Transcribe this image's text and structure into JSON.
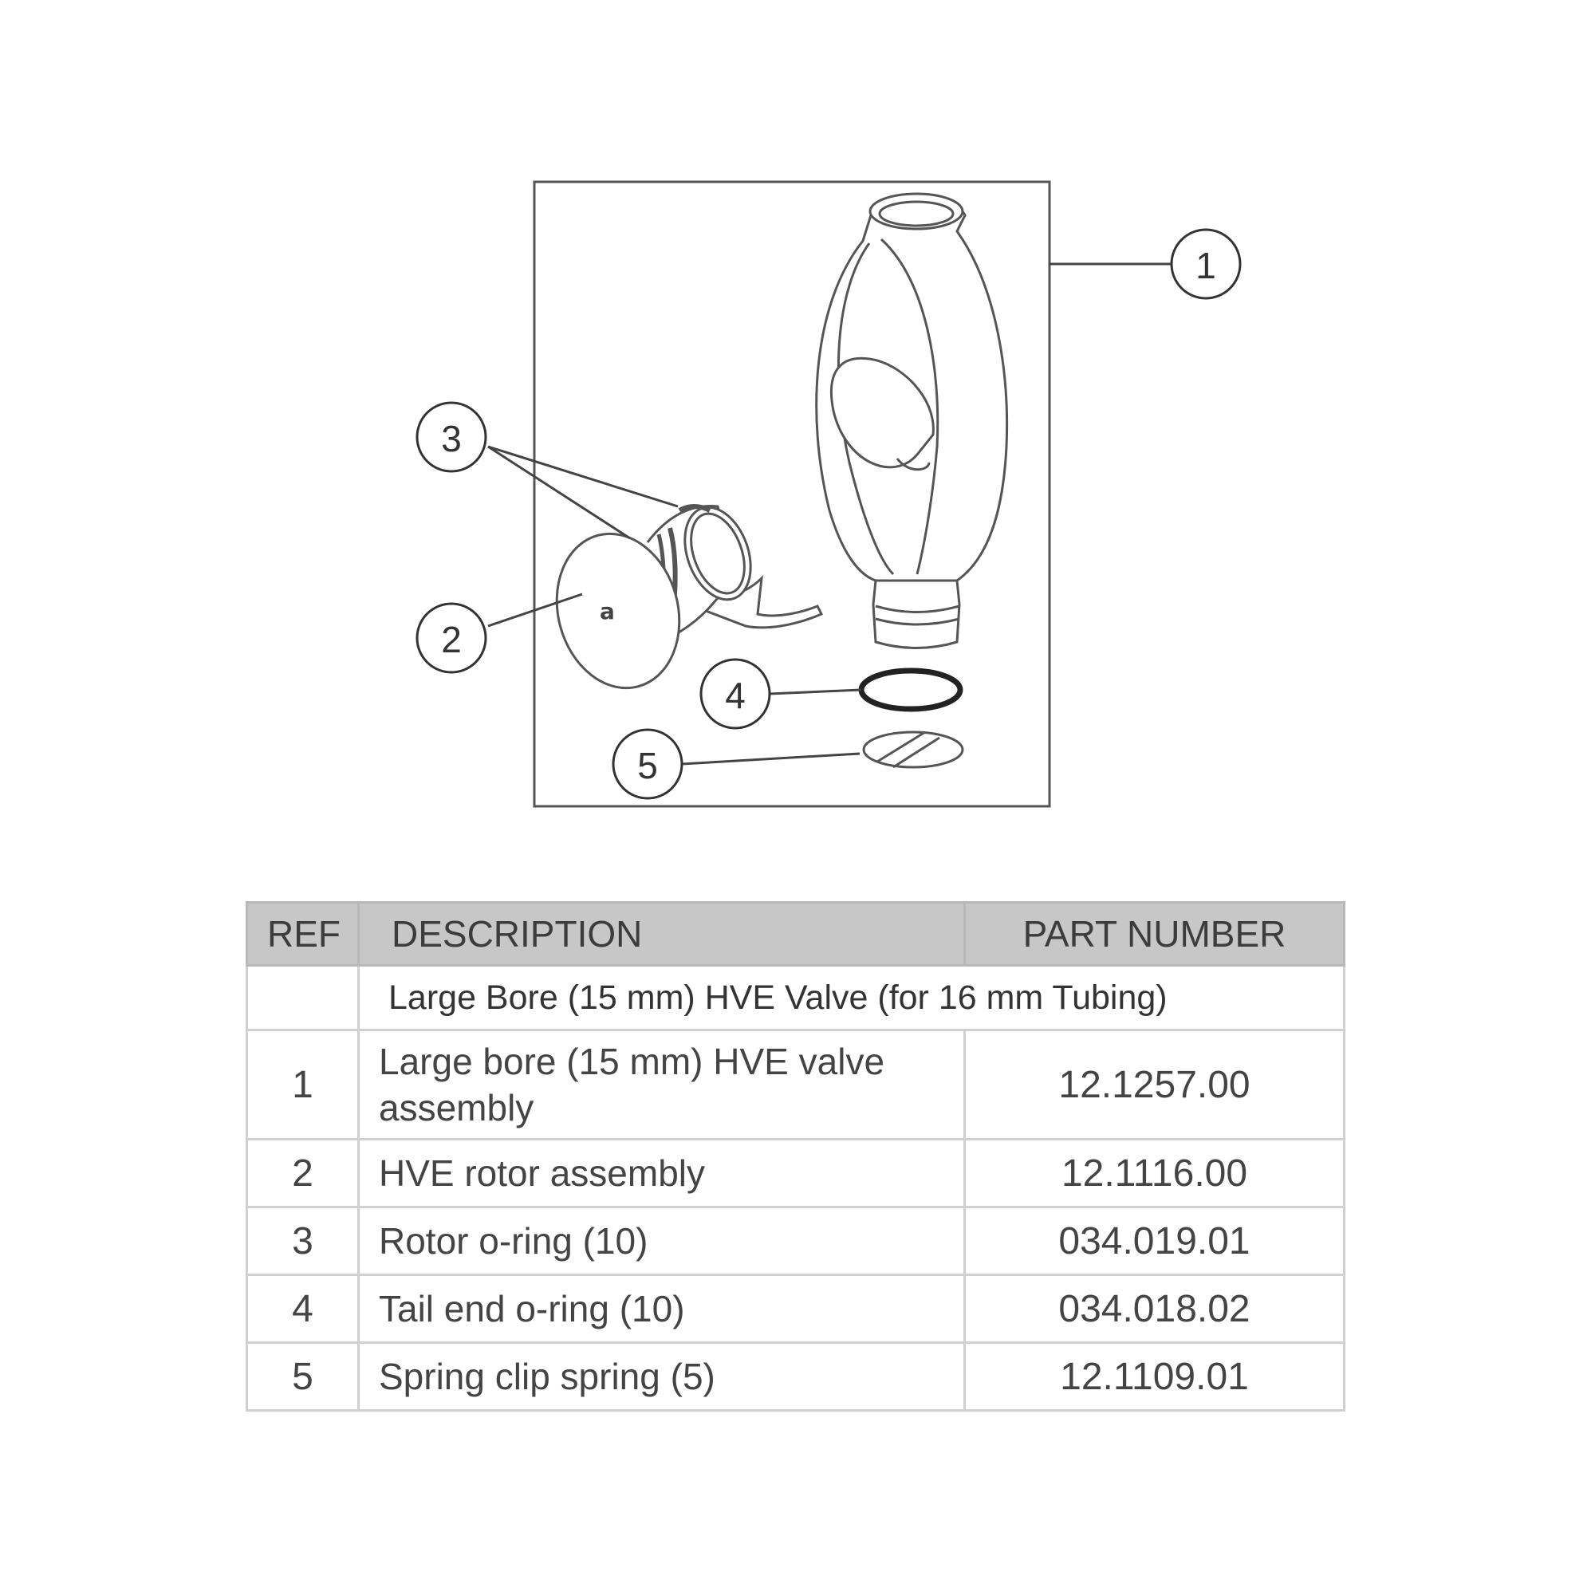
{
  "figure": {
    "callouts": [
      {
        "number": "1"
      },
      {
        "number": "2"
      },
      {
        "number": "3"
      },
      {
        "number": "4"
      },
      {
        "number": "5"
      }
    ],
    "rotor_marking": "a"
  },
  "table": {
    "headers": {
      "ref": "REF",
      "description": "DESCRIPTION",
      "part_number": "PART NUMBER"
    },
    "group_title": "Large Bore (15 mm) HVE Valve (for 16 mm Tubing)",
    "rows": [
      {
        "ref": "1",
        "description_line1": "Large bore (15 mm) HVE valve",
        "description_line2": "assembly",
        "part_number": "12.1257.00"
      },
      {
        "ref": "2",
        "description": "HVE rotor assembly",
        "part_number": "12.1116.00"
      },
      {
        "ref": "3",
        "description": "Rotor o-ring (10)",
        "part_number": "034.019.01"
      },
      {
        "ref": "4",
        "description": "Tail end o-ring (10)",
        "part_number": "034.018.02"
      },
      {
        "ref": "5",
        "description": "Spring clip spring (5)",
        "part_number": "12.1109.01"
      }
    ]
  }
}
